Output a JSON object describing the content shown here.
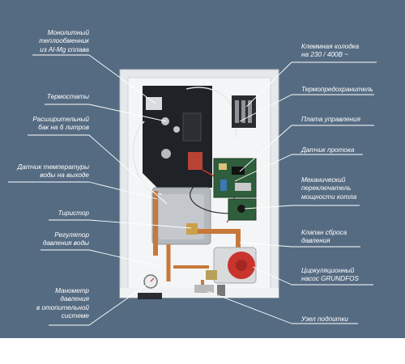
{
  "diagram": {
    "left_labels": [
      {
        "id": "monolithic-heat-exchanger",
        "text": "Монолитный\nтеплообменник\nиз Al-Mg сплава"
      },
      {
        "id": "thermostats",
        "text": "Термостаты"
      },
      {
        "id": "expansion-tank",
        "text": "Расширительный\nбак на 6 литров"
      },
      {
        "id": "outlet-temperature-sensor",
        "text": "Датчик температуры\nводы на выходе"
      },
      {
        "id": "thyristor",
        "text": "Тиристор"
      },
      {
        "id": "water-pressure-regulator",
        "text": "Регулятор\nдавления воды"
      },
      {
        "id": "pressure-gauge",
        "text": "Манометр\nдавления\nв отопительной\nсистеме"
      }
    ],
    "right_labels": [
      {
        "id": "terminal-block",
        "text": "Клеммная колодка\nна 230 / 400В ~"
      },
      {
        "id": "thermal-fuse",
        "text": "Термопредохранитель"
      },
      {
        "id": "control-board",
        "text": "Плата управления"
      },
      {
        "id": "flow-sensor",
        "text": "Датчик протока"
      },
      {
        "id": "power-switch",
        "text": "Механический\nпереключатель\nмощности котла"
      },
      {
        "id": "relief-valve",
        "text": "Клапан сброса\nдавления"
      },
      {
        "id": "circulation-pump",
        "text": "Циркуляционный\nнасос GRUNDFOS"
      },
      {
        "id": "feed-unit",
        "text": "Узел подпитки"
      }
    ],
    "colors": {
      "background": "#556b82",
      "label_text": "#ffffff",
      "leader_line": "#ffffff",
      "boiler_case": "#e9ecef",
      "copper_pipe": "#c8783a",
      "pcb_green": "#2f5e3c",
      "pump_body": "#d8dadc",
      "pump_cap": "#c9342c"
    }
  }
}
